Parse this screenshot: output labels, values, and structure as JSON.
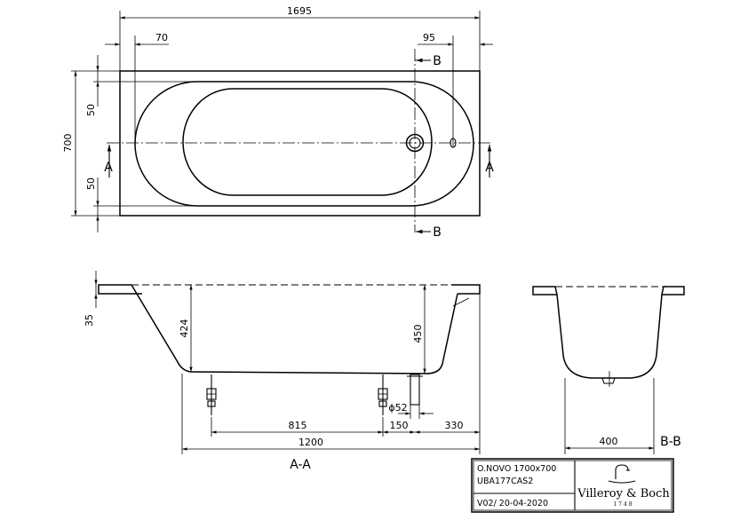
{
  "top_view": {
    "dim_length": "1695",
    "dim_left_offset": "70",
    "dim_right_offset": "95",
    "dim_width": "700",
    "dim_rim_top": "50",
    "dim_rim_bottom": "50",
    "section_a_left": "A",
    "section_a_right": "A",
    "section_b_top": "B",
    "section_b_bottom": "B"
  },
  "section_aa": {
    "dim_rim_height": "35",
    "dim_depth_left": "424",
    "dim_depth_right": "450",
    "dim_drain_diameter": "ϕ52",
    "dim_815": "815",
    "dim_150": "150",
    "dim_330": "330",
    "dim_1200": "1200",
    "title": "A-A"
  },
  "section_bb": {
    "dim_400": "400",
    "title": "B-B"
  },
  "title_block": {
    "product_name": "O.NOVO 1700x700",
    "product_code": "UBA177CAS2",
    "version": "V02/ 20-04-2020",
    "brand": "Villeroy & Boch",
    "since": "1748"
  }
}
